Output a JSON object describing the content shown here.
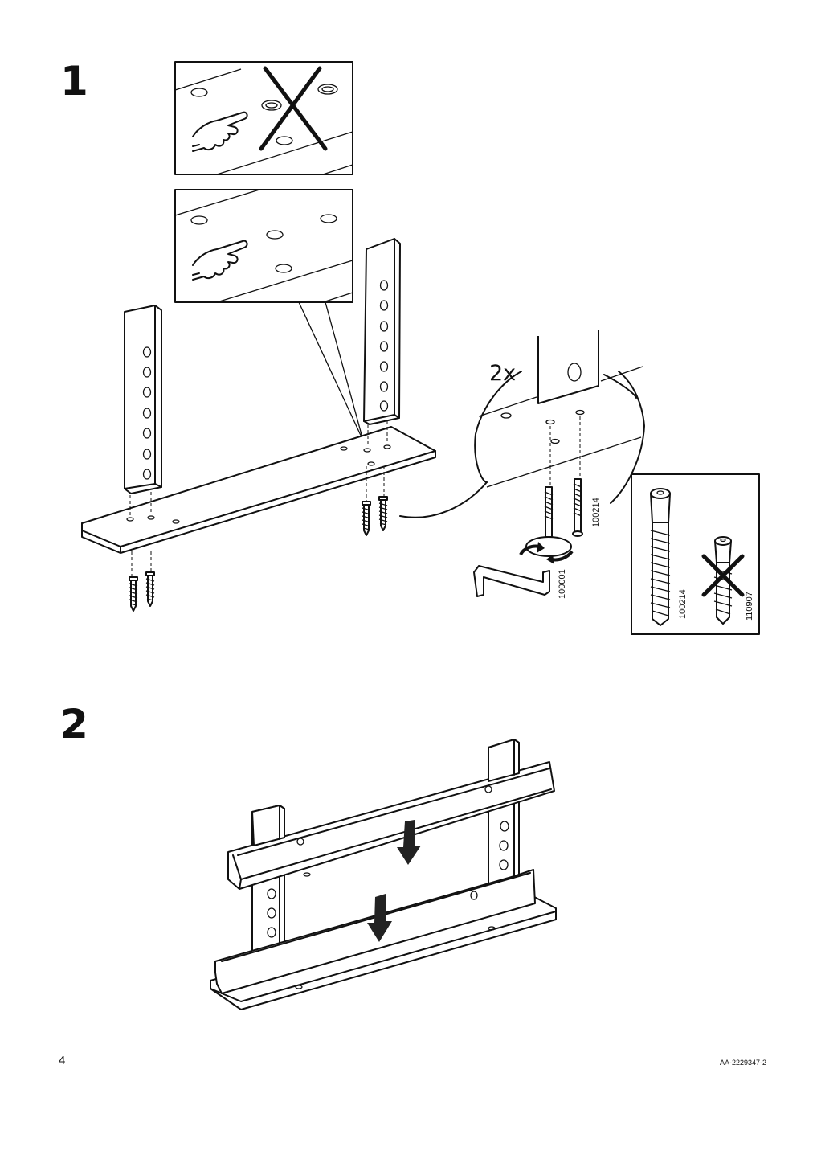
{
  "steps": [
    {
      "number": "1"
    },
    {
      "number": "2"
    }
  ],
  "detail": {
    "quantity": "2x",
    "part_screw": "100214",
    "part_key": "100001",
    "part_ok": "100214",
    "part_wrong": "110907"
  },
  "icons": [
    "pointing-hand-icon",
    "cross-out-icon",
    "rotate-arrows-icon",
    "down-arrow-icon"
  ],
  "footer": {
    "page_number": "4",
    "doc_code": "AA-2229347-2"
  }
}
